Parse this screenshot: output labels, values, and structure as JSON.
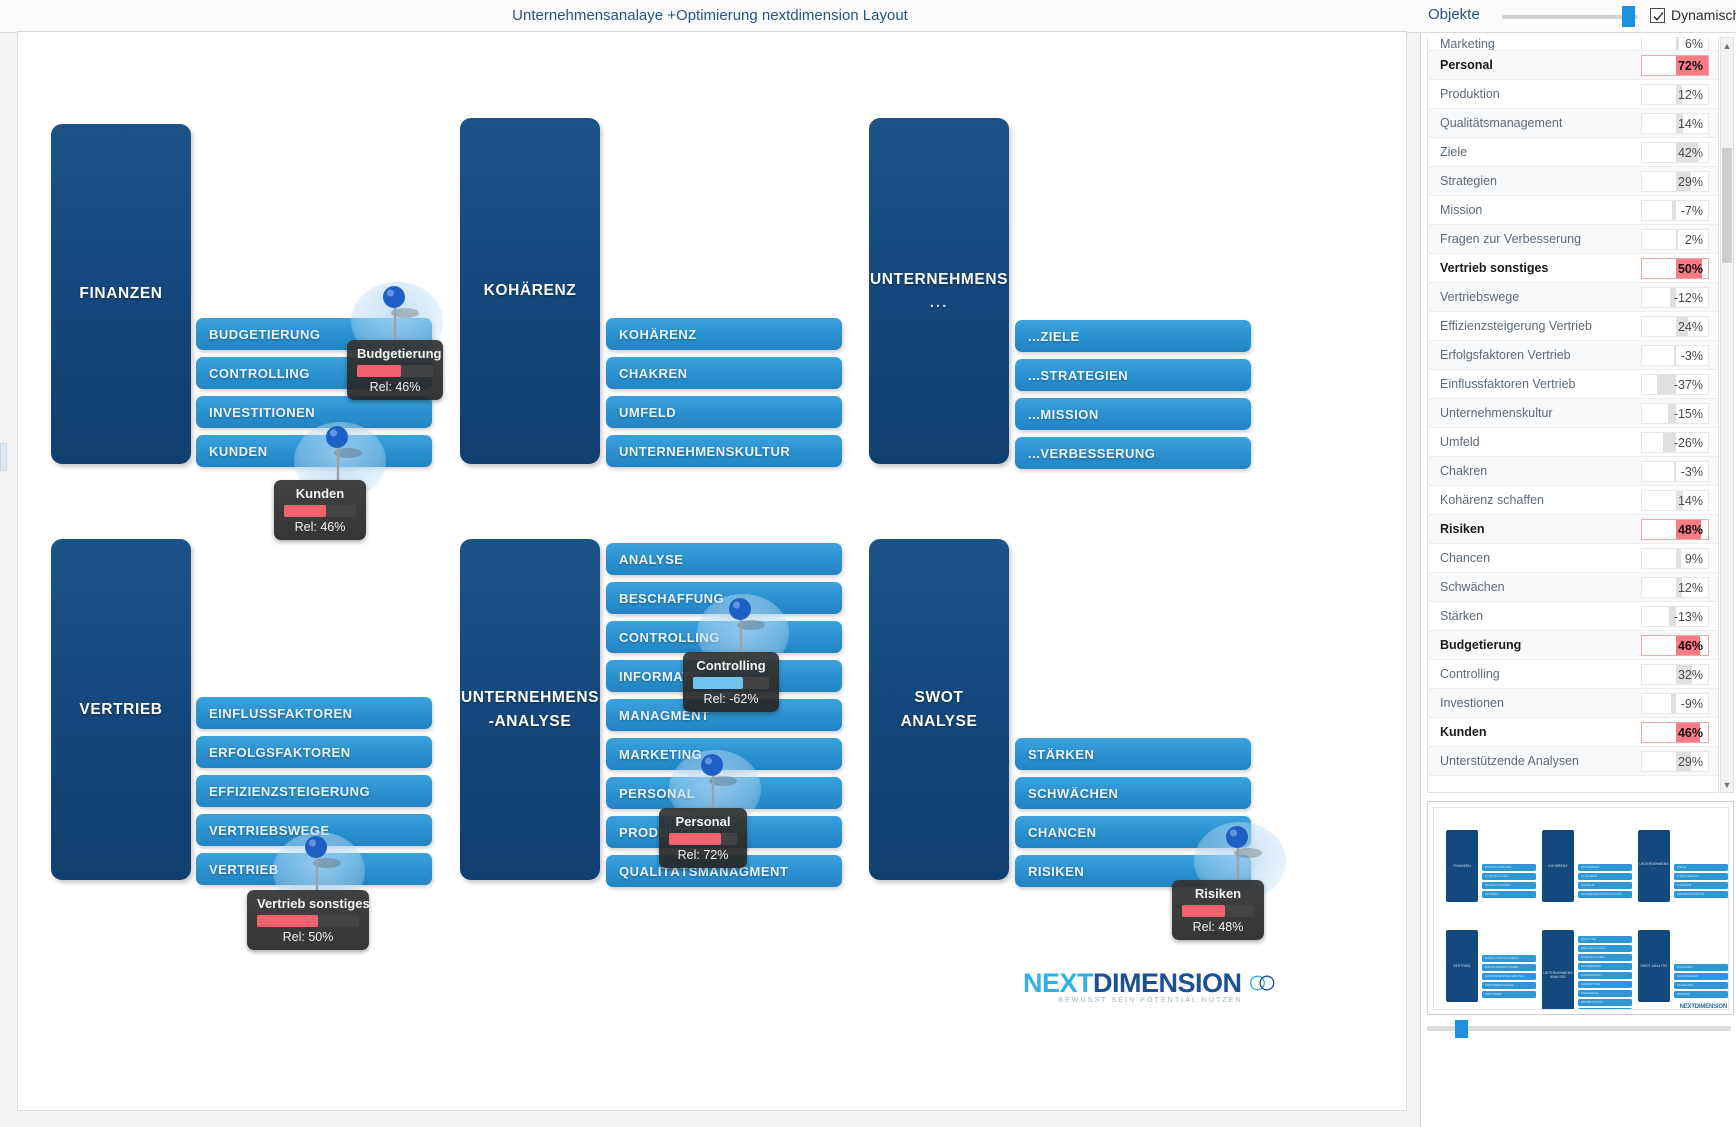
{
  "topbar": {
    "doc_title": "Unternehmensanalaye +Optimierung nextdimension Layout",
    "objects_label": "Objekte",
    "dynamic_label": "Dynamisch",
    "dynamic_checked": true,
    "accent_color": "#1e90e0",
    "title_color": "#28538c"
  },
  "canvas": {
    "groups": [
      {
        "id": "finanzen",
        "title": "FINANZEN",
        "items": [
          "BUDGETIERUNG",
          "CONTROLLING",
          "INVESTITIONEN",
          "KUNDEN"
        ]
      },
      {
        "id": "kohaerenz",
        "title": "KOHÄRENZ",
        "items": [
          "KOHÄRENZ",
          "CHAKREN",
          "UMFELD",
          "UNTERNEHMENSKULTUR"
        ]
      },
      {
        "id": "unternehmens",
        "title": "UNTERNEHMENS",
        "title_suffix": "...",
        "items": [
          "...ZIELE",
          "...STRATEGIEN",
          "...MISSION",
          "...VERBESSERUNG"
        ]
      },
      {
        "id": "vertrieb",
        "title": "VERTRIEB",
        "items": [
          "EINFLUSSFAKTOREN",
          "ERFOLGSFAKTOREN",
          "EFFIZIENZSTEIGERUNG",
          "VERTRIEBSWEGE",
          "VERTRIEB"
        ]
      },
      {
        "id": "unternehmensanalyse",
        "title": "UNTERNEHMENS-ANALYSE",
        "title_line1": "UNTERNEHMENS",
        "title_line2": "-ANALYSE",
        "items": [
          "ANALYSE",
          "BESCHAFFUNG",
          "CONTROLLING",
          "INFORMATIK",
          "MANAGMENT",
          "MARKETING",
          "PERSONAL",
          "PRODUKTION",
          "QUALITÄTSMANAGMENT"
        ]
      },
      {
        "id": "swot",
        "title": "SWOT ANALYSE",
        "title_line1": "SWOT",
        "title_line2": "ANALYSE",
        "items": [
          "STÄRKEN",
          "SCHWÄCHEN",
          "CHANCEN",
          "RISIKEN"
        ]
      }
    ],
    "pins": [
      {
        "title": "Budgetierung",
        "value_label": "Rel: 46%",
        "percent": 46,
        "sign": "positive"
      },
      {
        "title": "Kunden",
        "value_label": "Rel: 46%",
        "percent": 46,
        "sign": "positive"
      },
      {
        "title": "Controlling",
        "value_label": "Rel: -62%",
        "percent": -62,
        "sign": "negative"
      },
      {
        "title": "Personal",
        "value_label": "Rel: 72%",
        "percent": 72,
        "sign": "positive"
      },
      {
        "title": "Vertrieb sonstiges",
        "value_label": "Rel: 50%",
        "percent": 50,
        "sign": "positive"
      },
      {
        "title": "Risiken",
        "value_label": "Rel: 48%",
        "percent": 48,
        "sign": "positive"
      }
    ],
    "logo": {
      "part1": "NEXT",
      "part2": "DIMENSION",
      "tagline": "BEWUSST SEIN POTENTIAL NUTZEN"
    },
    "colors": {
      "category_panel": "#14477b",
      "item_bar": "#2b90cf",
      "tooltip_positive": "#f4616f",
      "tooltip_negative": "#6ec4ef"
    }
  },
  "objects_panel": {
    "rows": [
      {
        "name": "Marketing",
        "value": "6%",
        "percent": 6,
        "highlight": false,
        "clipped": true
      },
      {
        "name": "Personal",
        "value": "72%",
        "percent": 72,
        "highlight": true
      },
      {
        "name": "Produktion",
        "value": "12%",
        "percent": 12,
        "highlight": false
      },
      {
        "name": "Qualitätsmanagement",
        "value": "14%",
        "percent": 14,
        "highlight": false
      },
      {
        "name": "Ziele",
        "value": "42%",
        "percent": 42,
        "highlight": false
      },
      {
        "name": "Strategien",
        "value": "29%",
        "percent": 29,
        "highlight": false
      },
      {
        "name": "Mission",
        "value": "-7%",
        "percent": -7,
        "highlight": false
      },
      {
        "name": "Fragen zur Verbesserung",
        "value": "2%",
        "percent": 2,
        "highlight": false
      },
      {
        "name": "Vertrieb sonstiges",
        "value": "50%",
        "percent": 50,
        "highlight": true
      },
      {
        "name": "Vertriebswege",
        "value": "-12%",
        "percent": -12,
        "highlight": false
      },
      {
        "name": "Effizienzsteigerung Vertrieb",
        "value": "24%",
        "percent": 24,
        "highlight": false
      },
      {
        "name": "Erfolgsfaktoren Vertrieb",
        "value": "-3%",
        "percent": -3,
        "highlight": false
      },
      {
        "name": "Einflussfaktoren Vertrieb",
        "value": "-37%",
        "percent": -37,
        "highlight": false
      },
      {
        "name": "Unternehmenskultur",
        "value": "-15%",
        "percent": -15,
        "highlight": false
      },
      {
        "name": "Umfeld",
        "value": "-26%",
        "percent": -26,
        "highlight": false
      },
      {
        "name": "Chakren",
        "value": "-3%",
        "percent": -3,
        "highlight": false
      },
      {
        "name": "Kohärenz schaffen",
        "value": "14%",
        "percent": 14,
        "highlight": false
      },
      {
        "name": "Risiken",
        "value": "48%",
        "percent": 48,
        "highlight": true
      },
      {
        "name": "Chancen",
        "value": "9%",
        "percent": 9,
        "highlight": false
      },
      {
        "name": "Schwächen",
        "value": "12%",
        "percent": 12,
        "highlight": false
      },
      {
        "name": "Stärken",
        "value": "-13%",
        "percent": -13,
        "highlight": false
      },
      {
        "name": "Budgetierung",
        "value": "46%",
        "percent": 46,
        "highlight": true
      },
      {
        "name": "Controlling",
        "value": "32%",
        "percent": 32,
        "highlight": false
      },
      {
        "name": "Investionen",
        "value": "-9%",
        "percent": -9,
        "highlight": false
      },
      {
        "name": "Kunden",
        "value": "46%",
        "percent": 46,
        "highlight": true
      },
      {
        "name": "Unterstützende Analysen",
        "value": "29%",
        "percent": 29,
        "highlight": false
      }
    ],
    "scroll_up_icon": "chevron-up-icon",
    "scroll_down_icon": "chevron-down-icon",
    "highlight_color": "#fa7a86",
    "bar_color": "#e0e0e0"
  },
  "thumbnail": {
    "groups": [
      {
        "title": "FINANZEN",
        "items": [
          "BUDGETIERUNG",
          "CONTROLLING",
          "INVESTITIONEN",
          "KUNDEN"
        ]
      },
      {
        "title": "KOHÄRENZ",
        "items": [
          "KOHÄRENZ",
          "CHAKREN",
          "UMFELD",
          "UNTERNEHMENSKULTUR"
        ]
      },
      {
        "title": "UNTERNEHMENS ...",
        "items": [
          "ZIELE",
          "STRATEGIEN",
          "MISSION",
          "VERBESSERUNG"
        ]
      },
      {
        "title": "VERTRIEB",
        "items": [
          "EINFLUSSFAKTOREN",
          "ERFOLGSFAKTOREN",
          "EFFIZIENZSTEIGERUNG",
          "VERTRIEBSWEGE",
          "VERTRIEB"
        ]
      },
      {
        "title": "UNTERNEHMENS ANALYSE",
        "items": [
          "ANALYSE",
          "BESCHAFFUNG",
          "CONTROLLING",
          "INFORMATIK",
          "MANAGMENT",
          "MARKETING",
          "PERSONAL",
          "PRODUKTION",
          "QUALITÄTSMANAGMENT"
        ]
      },
      {
        "title": "SWOT ANALYSE",
        "items": [
          "STÄRKEN",
          "SCHWÄCHEN",
          "CHANCEN",
          "RISIKEN"
        ]
      }
    ],
    "logo": "NEXTDIMENSION"
  }
}
